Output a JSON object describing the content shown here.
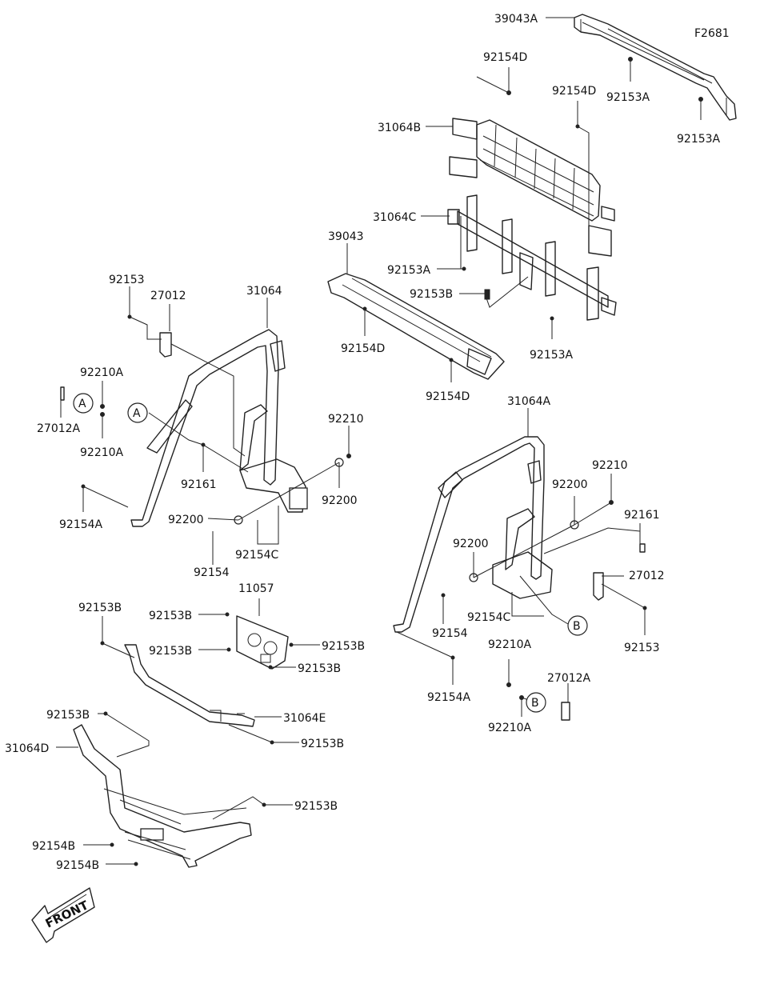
{
  "diagram_code": "F2681",
  "front_arrow": "FRONT",
  "callouts": {
    "a": "A",
    "b": "B"
  },
  "labels": [
    "39043A",
    "92154D",
    "92154D",
    "92153A",
    "92153A",
    "31064B",
    "31064C",
    "92153A",
    "92153B",
    "92153A",
    "39043",
    "92154D",
    "92154D",
    "92153",
    "27012",
    "31064",
    "92210A",
    "27012A",
    "92210A",
    "92161",
    "92210",
    "92200",
    "92200",
    "92154A",
    "92154C",
    "92154",
    "31064A",
    "92210",
    "92200",
    "92161",
    "92200",
    "27012",
    "92154",
    "92154C",
    "92153",
    "92210A",
    "27012A",
    "92210A",
    "92154A",
    "11057",
    "92153B",
    "92153B",
    "92153B",
    "92153B",
    "92153B",
    "92153B",
    "31064E",
    "92153B",
    "31064D",
    "92153B",
    "92154B",
    "92154B"
  ]
}
